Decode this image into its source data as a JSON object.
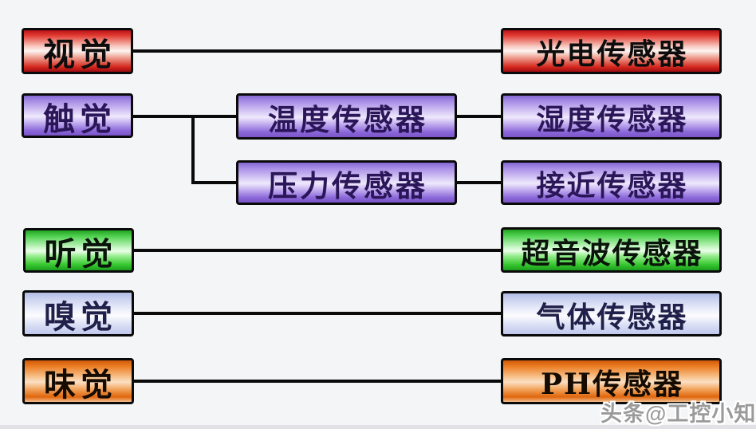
{
  "left_nodes": [
    {
      "label": "视觉",
      "style": "red"
    },
    {
      "label": "触觉",
      "style": "purple"
    },
    {
      "label": "听觉",
      "style": "green"
    },
    {
      "label": "嗅觉",
      "style": "lavender"
    },
    {
      "label": "味觉",
      "style": "orange"
    }
  ],
  "middle_nodes": [
    {
      "label": "温度传感器",
      "style": "purple"
    },
    {
      "label": "压力传感器",
      "style": "purple"
    }
  ],
  "right_nodes": [
    {
      "label": "光电传感器",
      "style": "red"
    },
    {
      "label": "湿度传感器",
      "style": "purple"
    },
    {
      "label": "接近传感器",
      "style": "purple"
    },
    {
      "label": "超音波传感器",
      "style": "green"
    },
    {
      "label": "气体传感器",
      "style": "lavender"
    },
    {
      "label": "PH传感器",
      "style": "orange"
    }
  ],
  "connections": [
    "视觉 → 光电传感器",
    "触觉 → 温度传感器 → 湿度传感器",
    "触觉 → 压力传感器 → 接近传感器",
    "听觉 → 超音波传感器",
    "嗅觉 → 气体传感器",
    "味觉 → PH传感器"
  ],
  "watermark": {
    "text": "头条@工控小知",
    "color": "#9a9a9a"
  },
  "colors": {
    "background": "#f4f5f7",
    "connector": "#0a0a0a",
    "box_border": "#0a0a0a",
    "red_box": "#d5281e",
    "purple_box": "#8a66d8",
    "green_box": "#37c72f",
    "lavender_box": "#ccd3f0",
    "orange_box": "#ec7d22"
  }
}
